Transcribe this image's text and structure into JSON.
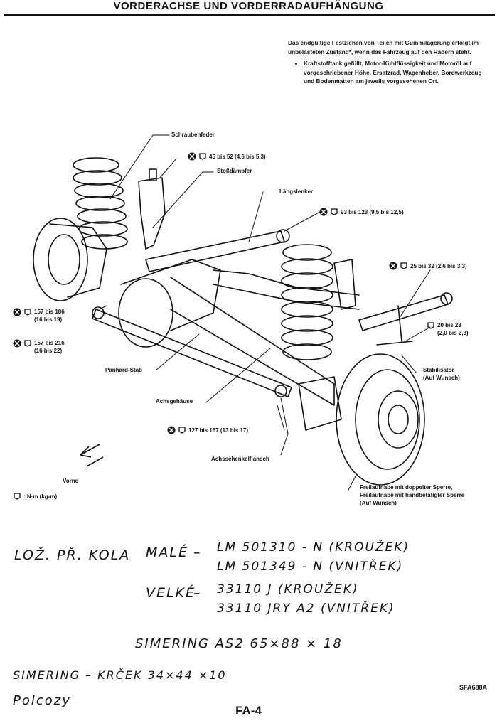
{
  "title": "VORDERACHSE UND VORDERRADAUFHÄNGUNG",
  "note": {
    "intro": "Das endgültige Festziehen von Teilen mit Gummilagerung erfolgt im unbelasteten Zustand*, wenn das Fahrzeug auf den Rädern steht.",
    "bullet": "Kraftstofftank gefüllt, Motor-Kühlflüssigkeit und Motoröl auf vorgeschriebener Höhe. Ersatzrad, Wagenheber, Bordwerkzeug und Bodenmatten am jeweils vorgesehenen Ort."
  },
  "labels": {
    "schraubenfeder": "Schraubenfeder",
    "stossdaempfer": "Stoßdämpfer",
    "laengslenker": "Längslenker",
    "panhard": "Panhard-Stab",
    "achsgehaeuse": "Achsgehäuse",
    "stabilisator_1": "Stabilisator",
    "stabilisator_2": "(Auf Wunsch)",
    "achsschenkel": "Achsschenkelflansch",
    "freilauf_1": "Freilaufnabe mit doppelter Sperre,",
    "freilauf_2": "Freilaufnabe mit handbetätigter Sperre",
    "freilauf_3": "(Auf Wunsch)",
    "vorne": "Vorne",
    "legend": ": N·m (kg-m)"
  },
  "torques": {
    "t1": "45 bis 52 (4,6 bis 5,3)",
    "t2": "93 bis 123 (9,5 bis 12,5)",
    "t3": "25 bis 32 (2,6 bis 3,3)",
    "t4a": "20 bis 23",
    "t4b": "(2,0 bis 2,3)",
    "t5a": "157 bis 186",
    "t5b": "(16 bis 19)",
    "t6a": "157 bis 216",
    "t6b": "(16 bis 22)",
    "t7": "127 bis 167 (13 bis 17)"
  },
  "handwritten": {
    "line1_a": "LOŽ. PŘ. KOLA",
    "line1_b": "MALÉ",
    "line1_c": "–",
    "line1_d": "LM 501310 - N  (KROUŽEK)",
    "line2": "LM 501349 - N  (VNITŘEK)",
    "line3_a": "VELKÉ",
    "line3_b": "–",
    "line3_c": "33110 J    (KROUŽEK)",
    "line4": "33110 JRY A2    (VNITŘEK)",
    "line5": "SIMERING   AS2   65×88 × 18",
    "line6": "SIMERING  – KRČEK   34×44 ×10",
    "signature": "Polcozy"
  },
  "figure_code": "SFA688A",
  "page_number": "FA-4"
}
